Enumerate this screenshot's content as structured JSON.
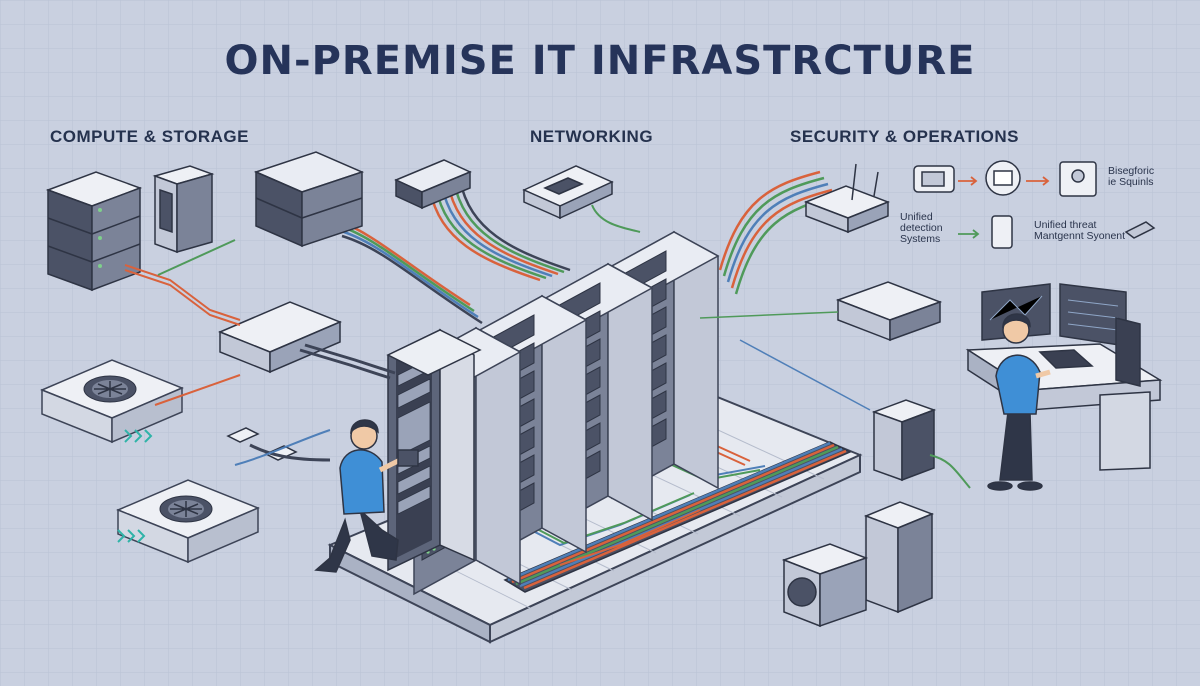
{
  "title": "ON-PREMISE IT INFRASTRCTURE",
  "sections": {
    "compute": "COMPUTE & STORAGE",
    "networking": "NETWORKING",
    "security": "SECURITY & OPERATIONS"
  },
  "security_notes": {
    "biometric": "Bisegforic\nie Squinls",
    "detection": "Unified\ndetection\nSystems",
    "threat": "Unified threat\nMantgennt Syonent"
  },
  "colors": {
    "background": "#c9d0e0",
    "grid": "#b6bfd3",
    "rack_front": "#7a8296",
    "rack_side": "#bcc3d3",
    "rack_top": "#e7eaf1",
    "cable_red": "#d9623c",
    "cable_green": "#4f9a5a",
    "cable_blue": "#4f7fb8",
    "shirt": "#3f8fd6",
    "pants": "#2f3648"
  },
  "icons": [
    "rack-server-icon",
    "tower-server-icon",
    "network-switch-icon",
    "router-icon",
    "wifi-router-icon",
    "cooling-unit-icon",
    "cctv-camera-icon",
    "biometric-icon",
    "monitor-workstation-icon"
  ]
}
